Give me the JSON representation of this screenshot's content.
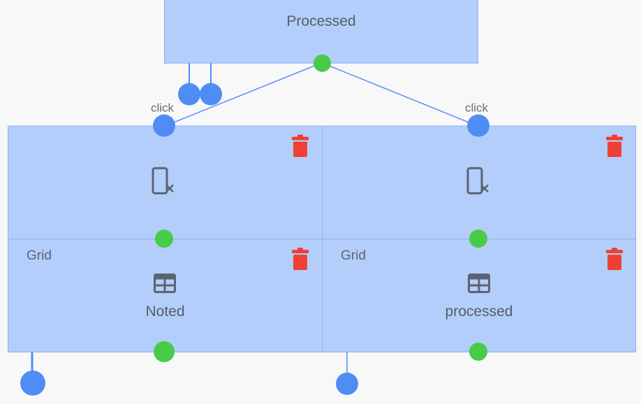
{
  "top_node": {
    "label": "Processed"
  },
  "nodes": [
    {
      "id": "mobile-left",
      "action_icon": "delete-icon",
      "icon": "phone-off-icon"
    },
    {
      "id": "mobile-right",
      "action_icon": "delete-icon",
      "icon": "phone-off-icon"
    },
    {
      "id": "grid-left",
      "type_label": "Grid",
      "label": "Noted",
      "icon": "grid-table-icon",
      "action_icon": "delete-icon"
    },
    {
      "id": "grid-right",
      "type_label": "Grid",
      "label": "processed",
      "icon": "grid-table-icon",
      "action_icon": "delete-icon"
    }
  ],
  "edges": [
    {
      "label": "click"
    },
    {
      "label": "click"
    }
  ],
  "colors": {
    "node_fill": "#b3cefa",
    "node_border": "#8db0ee",
    "input_port": "#4f8df5",
    "output_port": "#48cb46",
    "delete": "#ef4035",
    "icon": "#5d6270",
    "link": "#5c8ff2"
  }
}
